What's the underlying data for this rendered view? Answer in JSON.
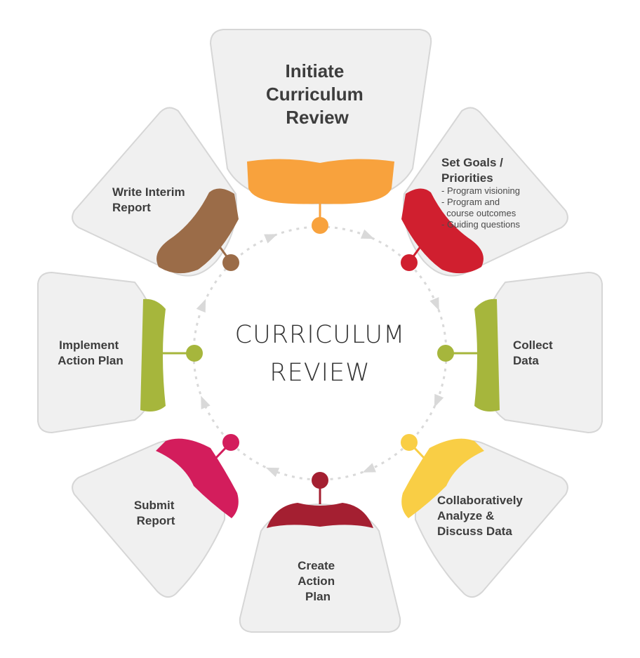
{
  "center": {
    "line1": "CURRICULUM",
    "line2": "REVIEW"
  },
  "steps": [
    {
      "lines": [
        "Initiate",
        "Curriculum",
        "Review"
      ],
      "color": "#f8a23d"
    },
    {
      "lines": [
        "Set Goals /",
        "Priorities"
      ],
      "bullets": [
        "- Program visioning",
        "- Program and",
        "  course outcomes",
        "- Guiding questions"
      ],
      "color": "#d01f2f"
    },
    {
      "lines": [
        "Collect",
        "Data"
      ],
      "color": "#a6b63c"
    },
    {
      "lines": [
        "Collaboratively",
        "Analyze &",
        "Discuss Data"
      ],
      "color": "#f9ce45"
    },
    {
      "lines": [
        "Create",
        "Action",
        "Plan"
      ],
      "color": "#a41f31"
    },
    {
      "lines": [
        "Submit",
        "Report"
      ],
      "color": "#d31d5c"
    },
    {
      "lines": [
        "Implement",
        "Action Plan"
      ],
      "color": "#a6b63c"
    },
    {
      "lines": [
        "Write Interim",
        "Report"
      ],
      "color": "#9b6c48"
    }
  ],
  "colors": {
    "panel": "#f0f0f0",
    "panel_stroke": "#d6d6d6",
    "cycle_arrow": "#d9d9d9"
  }
}
